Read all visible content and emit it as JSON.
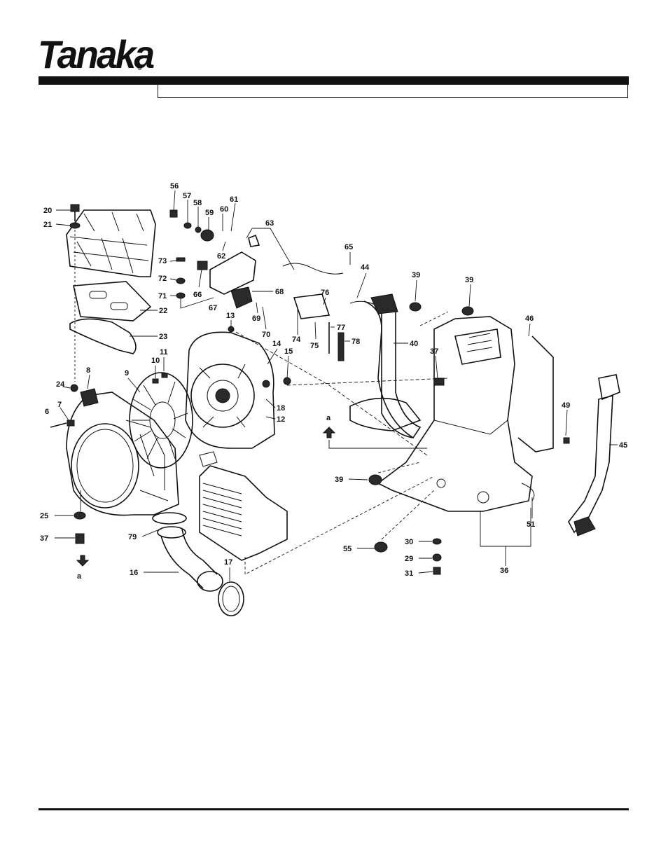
{
  "brand": {
    "name": "Tanaka",
    "trademark": "®"
  },
  "header": {
    "title_box": ""
  },
  "diagram": {
    "labels": [
      "20",
      "21",
      "56",
      "57",
      "58",
      "59",
      "60",
      "61",
      "63",
      "65",
      "44",
      "39",
      "39",
      "46",
      "73",
      "72",
      "71",
      "66",
      "67",
      "62",
      "68",
      "76",
      "77",
      "78",
      "74",
      "75",
      "69",
      "70",
      "22",
      "23",
      "13",
      "14",
      "15",
      "11",
      "10",
      "8",
      "9",
      "24",
      "7",
      "6",
      "18",
      "12",
      "40",
      "37",
      "49",
      "45",
      "a",
      "39",
      "25",
      "37",
      "a",
      "79",
      "16",
      "17",
      "55",
      "30",
      "29",
      "31",
      "36",
      "51"
    ]
  }
}
